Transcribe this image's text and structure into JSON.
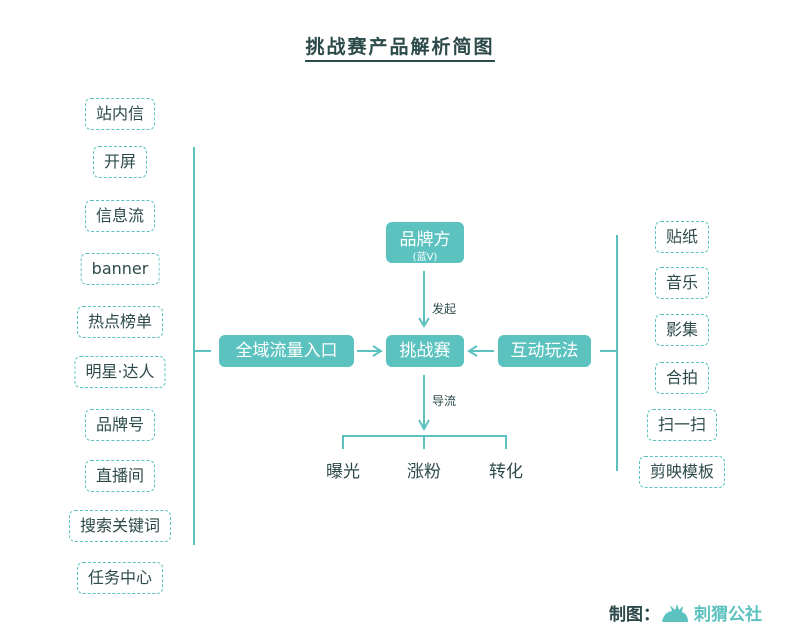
{
  "title": "挑战赛产品解析简图",
  "left_items": [
    "站内信",
    "开屏",
    "信息流",
    "banner",
    "热点榜单",
    "明星·达人",
    "品牌号",
    "直播间",
    "搜索关键词",
    "任务中心"
  ],
  "right_items": [
    "贴纸",
    "音乐",
    "影集",
    "合拍",
    "扫一扫",
    "剪映模板"
  ],
  "brand": {
    "label": "品牌方",
    "sub": "(蓝V)"
  },
  "center": "挑战赛",
  "traffic": "全域流量入口",
  "interaction": "互动玩法",
  "edge_start": "发起",
  "edge_flow": "导流",
  "outcomes": [
    "曝光",
    "涨粉",
    "转化"
  ],
  "credit": {
    "label": "制图：",
    "logo": "刺猬公社"
  },
  "colors": {
    "accent": "#5bc2bf",
    "text": "#2d4a4a"
  }
}
